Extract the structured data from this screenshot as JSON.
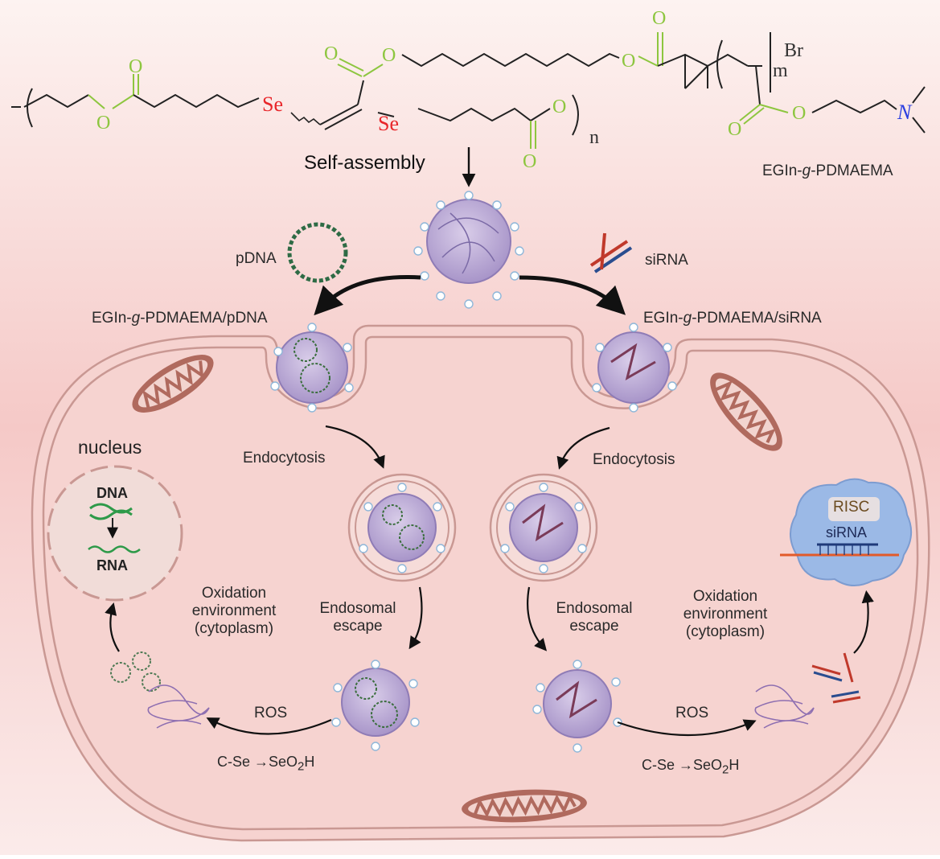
{
  "chem": {
    "o": "O",
    "se": "Se",
    "n": "n",
    "m": "m",
    "br": "Br",
    "nitrogen": "N"
  },
  "labels": {
    "self_assembly": "Self-assembly",
    "polymer_pre": "EGIn-",
    "polymer_g": "g",
    "polymer_post": "-PDMAEMA",
    "pdna": "pDNA",
    "sirna": "siRNA",
    "complex_pdna_suffix": "-PDMAEMA/pDNA",
    "complex_sirna_suffix": "-PDMAEMA/siRNA",
    "endocytosis": "Endocytosis",
    "nucleus": "nucleus",
    "dna": "DNA",
    "rna": "RNA",
    "endosomal": "Endosomal",
    "escape": "escape",
    "oxidation": "Oxidation",
    "environment": "environment",
    "cytoplasm": "(cytoplasm)",
    "ros": "ROS",
    "reaction_pre": "C-Se →SeO",
    "reaction_sub": "2",
    "reaction_post": "H",
    "risc": "RISC"
  },
  "colors": {
    "ester": "#8dc63f",
    "selenium": "#e8262a",
    "nitrogen": "#2b3fe0",
    "membrane": "#c99893",
    "mitochondria": "#b06a5e",
    "nanoparticle": "#b7a6d4",
    "risc": "#9bb9e6",
    "dna": "#2e9a49"
  }
}
